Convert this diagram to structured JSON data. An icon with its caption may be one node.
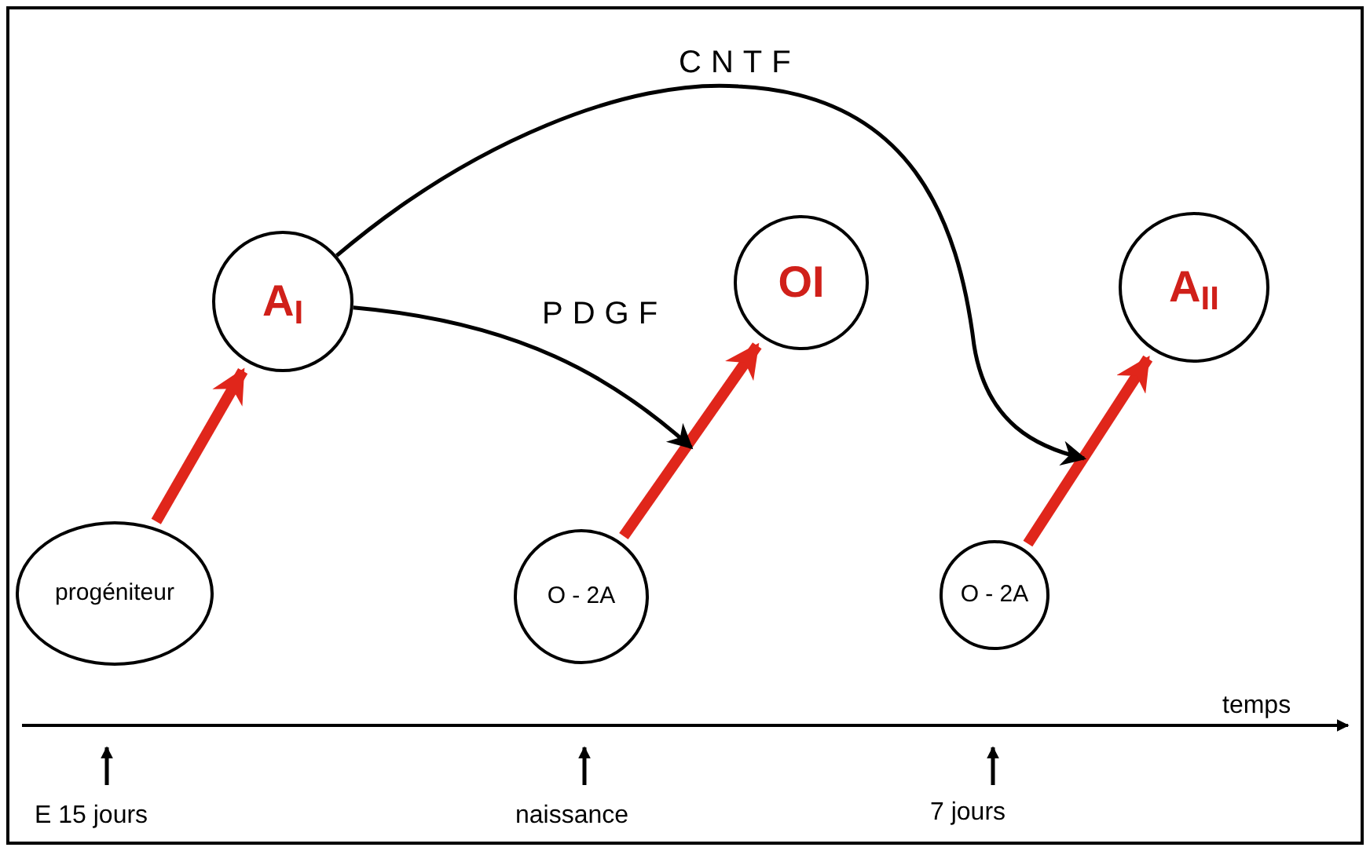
{
  "diagram": {
    "nodes": [
      {
        "text": [
          "A$_{I}$"
        ]
      },
      {
        "text": [
          "OI"
        ]
      },
      {
        "text": [
          "A$_{II}$"
        ]
      },
      {
        "text": [
          "progéniteur"
        ]
      },
      {
        "text": [
          "O - 2A"
        ]
      },
      {
        "text": [
          "O - 2A"
        ]
      }
    ],
    "edges": [
      {
        "from": 3,
        "to": 0,
        "arrow": "to"
      },
      {
        "from": 4,
        "to": 1,
        "arrow": "to"
      },
      {
        "from": 5,
        "to": 2,
        "arrow": "to"
      },
      {
        "from": 0,
        "to": null,
        "arrow": "to",
        "label": "CNTF",
        "color": "#000000"
      },
      {
        "from": 0,
        "to": null,
        "arrow": "to",
        "label": "PDGF",
        "color": "#000000"
      }
    ],
    "labels": [
      "temps",
      "E 15 jours",
      "naissance",
      "7 jours"
    ]
  }
}
